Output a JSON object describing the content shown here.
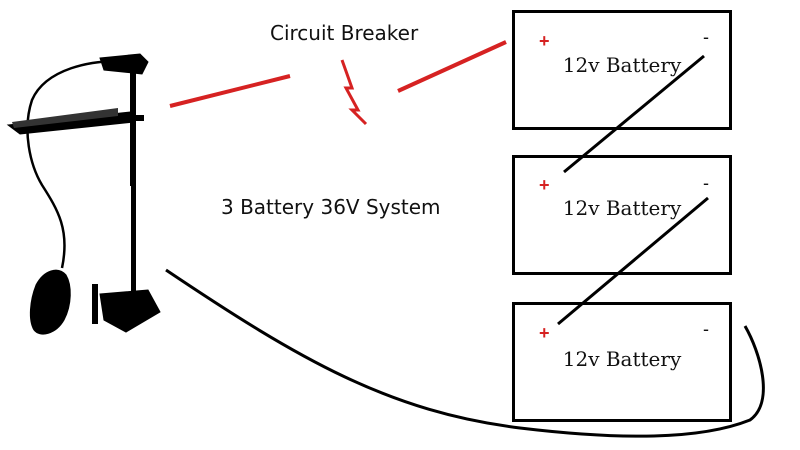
{
  "diagram": {
    "labels": {
      "circuit_breaker": "Circuit Breaker",
      "system": "3 Battery 36V System"
    },
    "batteries": [
      {
        "label": "12v Battery",
        "positive": "+",
        "negative": "-"
      },
      {
        "label": "12v Battery",
        "positive": "+",
        "negative": "-"
      },
      {
        "label": "12v Battery",
        "positive": "+",
        "negative": "-"
      }
    ],
    "colors": {
      "positive_wire": "#d62222",
      "negative_wire": "#000000",
      "series_wire": "#000000"
    },
    "icons": {
      "motor": "trolling-motor-icon",
      "breaker": "circuit-breaker-icon"
    }
  }
}
